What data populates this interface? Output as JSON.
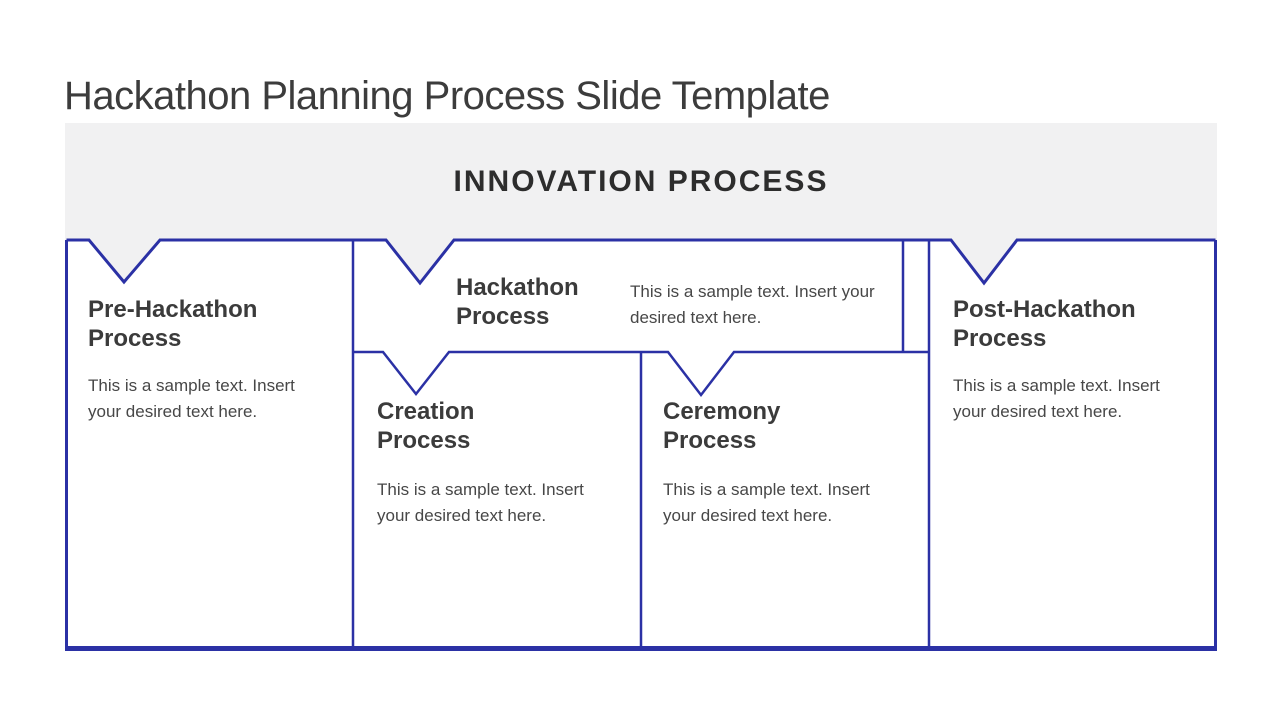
{
  "slide": {
    "title": "Hackathon Planning Process Slide Template"
  },
  "banner": {
    "title": "INNOVATION PROCESS"
  },
  "sections": [
    {
      "title": "Pre-Hackathon Process",
      "body": "This is a sample text. Insert your desired text here."
    },
    {
      "title": "Hackathon Process",
      "body": "This is a sample text. Insert your desired text here."
    },
    {
      "title": "Creation Process",
      "body": "This is a sample text. Insert your desired text here."
    },
    {
      "title": "Ceremony Process",
      "body": "This is a sample text. Insert your desired text here."
    },
    {
      "title": "Post-Hackathon Process",
      "body": "This is a sample text. Insert your desired text here."
    }
  ],
  "colors": {
    "accent_blue": "#2b31a5",
    "banner_gray": "#f1f1f2",
    "title_text": "#3c3c3c",
    "heading_text": "#3b3b3b",
    "body_text": "#474747"
  }
}
